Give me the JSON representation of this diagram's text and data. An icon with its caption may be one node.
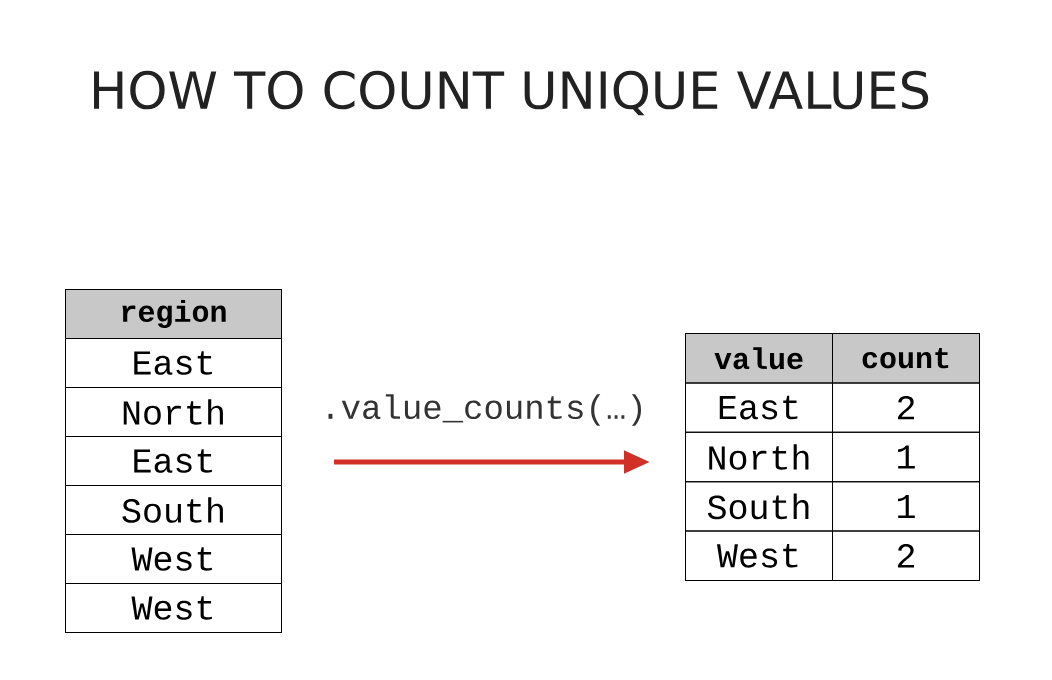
{
  "diagram": {
    "title": "HOW TO COUNT UNIQUE VALUES",
    "nodes": [
      {
        "text": [
          "region",
          "East",
          "North",
          "East",
          "South",
          "West",
          "West"
        ]
      },
      {
        "text": [
          "value",
          "count",
          "East",
          "2",
          "North",
          "1",
          "South",
          "1",
          "West",
          "2"
        ]
      }
    ],
    "edges": [
      {
        "from": 0,
        "to": 1,
        "arrow": "to",
        "label": ".value_counts(…)",
        "color": "#d22f27"
      }
    ]
  }
}
